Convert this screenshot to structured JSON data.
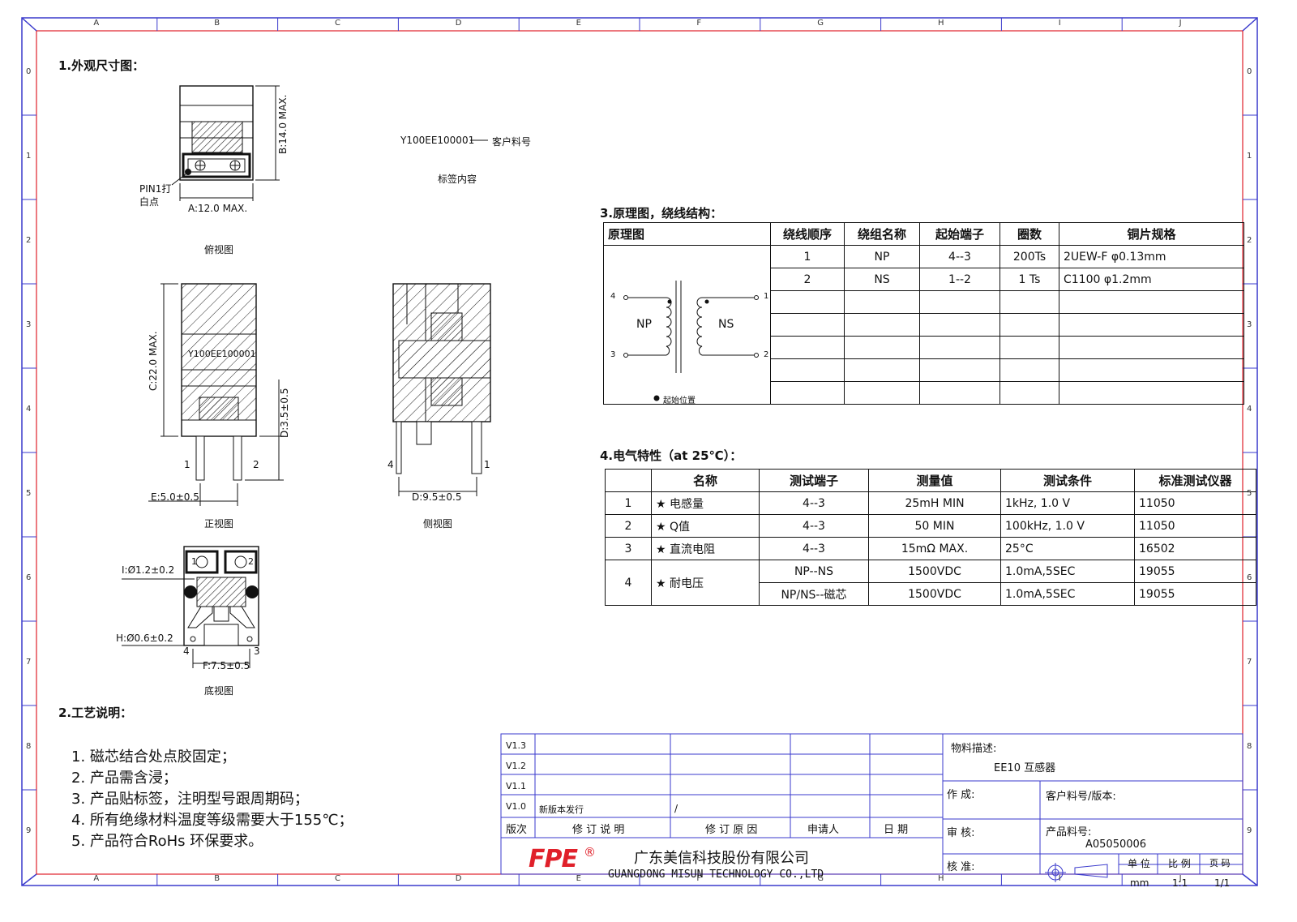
{
  "frame": {
    "columns": [
      "A",
      "B",
      "C",
      "D",
      "E",
      "F",
      "G",
      "H",
      "I",
      "J"
    ],
    "rows": [
      "0",
      "1",
      "2",
      "3",
      "4",
      "5",
      "6",
      "7",
      "8",
      "9"
    ],
    "border_color": "#3a3acc",
    "accent_red": "#e0202a"
  },
  "section1": {
    "heading": "1.外观尺寸图：",
    "label_code": "Y100EE100001",
    "label_desc": "客户料号",
    "label_caption": "标签内容",
    "top": {
      "dim_a": "A:12.0 MAX.",
      "dim_b": "B:14.0 MAX.",
      "pin1_line1": "PIN1打",
      "pin1_line2": "白点",
      "caption": "俯视图"
    },
    "front": {
      "dim_c": "C:22.0 MAX.",
      "dim_d": "D:3.5±0.5",
      "dim_e": "E:5.0±0.5",
      "marking": "Y100EE100001",
      "pin_left": "1",
      "pin_right": "2",
      "caption": "正视图"
    },
    "side": {
      "dim_d": "D:9.5±0.5",
      "pin_left": "4",
      "pin_right": "1",
      "caption": "侧视图"
    },
    "bottom": {
      "dim_i": "I:Ø1.2±0.2",
      "dim_h": "H:Ø0.6±0.2",
      "dim_f": "F:7.5±0.5",
      "pin1": "1",
      "pin2": "2",
      "pin3": "3",
      "pin4": "4",
      "caption": "底视图"
    }
  },
  "section2": {
    "heading": "2.工艺说明：",
    "items": [
      "1. 磁芯结合处点胶固定；",
      "2. 产品需含浸；",
      "3. 产品贴标签，注明型号跟周期码；",
      "4. 所有绝缘材料温度等级需要大于155℃；",
      "5. 产品符合RoHs 环保要求。"
    ]
  },
  "section3": {
    "heading": "3.原理图，绕线结构：",
    "headers": [
      "原理图",
      "绕线顺序",
      "绕组名称",
      "起始端子",
      "圈数",
      "铜片规格"
    ],
    "rows": [
      [
        "1",
        "NP",
        "4--3",
        "200Ts",
        "2UEW-F  φ0.13mm"
      ],
      [
        "2",
        "NS",
        "1--2",
        "1 Ts",
        "C1100     φ1.2mm"
      ],
      [
        "",
        "",
        "",
        "",
        ""
      ],
      [
        "",
        "",
        "",
        "",
        ""
      ],
      [
        "",
        "",
        "",
        "",
        ""
      ],
      [
        "",
        "",
        "",
        "",
        ""
      ],
      [
        "",
        "",
        "",
        "",
        ""
      ]
    ],
    "schematic": {
      "np": "NP",
      "ns": "NS",
      "p4": "4",
      "p3": "3",
      "p1": "1",
      "p2": "2",
      "start_mark": "起始位置"
    }
  },
  "section4": {
    "heading": "4.电气特性（at 25℃）：",
    "headers": [
      "",
      "名称",
      "测试端子",
      "测量值",
      "测试条件",
      "标准测试仪器"
    ],
    "rows": [
      {
        "no": "1",
        "name": "★ 电感量",
        "term": "4--3",
        "value": "25mH MIN",
        "cond": "1kHz,   1.0 V",
        "inst": "11050"
      },
      {
        "no": "2",
        "name": "★ Q值",
        "term": "4--3",
        "value": "50  MIN",
        "cond": "100kHz,   1.0 V",
        "inst": "11050"
      },
      {
        "no": "3",
        "name": "★ 直流电阻",
        "term": "4--3",
        "value": "15mΩ MAX.",
        "cond": "25°C",
        "inst": "16502"
      }
    ],
    "hipot": {
      "no": "4",
      "name": "★ 耐电压",
      "sub": [
        {
          "term": "NP--NS",
          "value": "1500VDC",
          "cond": "1.0mA,5SEC",
          "inst": "19055"
        },
        {
          "term": "NP/NS--磁芯",
          "value": "1500VDC",
          "cond": "1.0mA,5SEC",
          "inst": "19055"
        }
      ]
    }
  },
  "title_block": {
    "versions": [
      "V1.3",
      "V1.2",
      "V1.1",
      "V1.0"
    ],
    "v10_desc": "新版本发行",
    "v10_reason": "/",
    "hdr_version": "版次",
    "hdr_desc": "修 订 说 明",
    "hdr_reason": "修 订 原 因",
    "hdr_applicant": "申请人",
    "hdr_date": "日  期",
    "material_label": "物料描述:",
    "material_value": "EE10 互感器",
    "made_by": "作  成:",
    "review": "审  核:",
    "approve": "核  准:",
    "customer_pn": "客户料号/版本:",
    "product_pn_label": "产品料号:",
    "product_pn": "A05050006",
    "unit_label": "单 位",
    "unit_value": "mm",
    "scale_label": "比 例",
    "scale_value": "1:1",
    "page_label": "页  码",
    "page_value": "1/1",
    "logo": "FPE",
    "company_cn": "广东美信科技股份有限公司",
    "company_en": "GUANGDONG MISUN TECHNOLOGY CO.,LTD"
  }
}
